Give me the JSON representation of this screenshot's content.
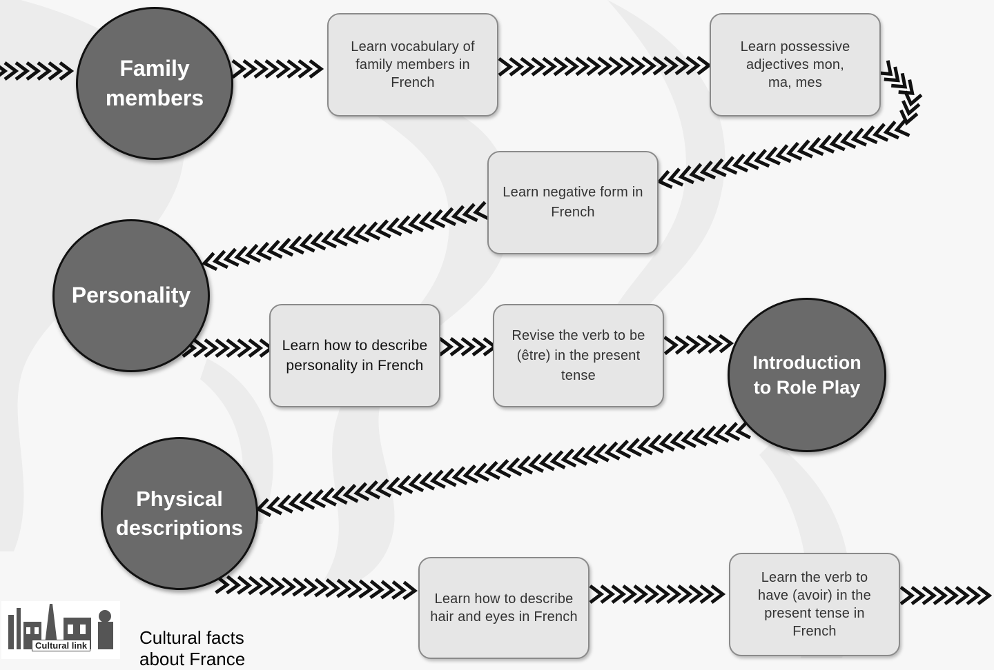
{
  "topics": {
    "family": "Family members",
    "personality": "Personality",
    "roleplay": "Introduction to Role Play",
    "physical": "Physical descriptions"
  },
  "steps": {
    "vocab": "Learn vocabulary of family members in French",
    "possessive": "Learn possessive adjectives mon, ma, mes",
    "negative": "Learn negative form in French",
    "describe_personality": "Learn how to describe personality in French",
    "etre": "Revise the verb to be (être) in the present tense",
    "hair_eyes": "Learn how to describe hair and eyes in French",
    "avoir": "Learn the verb to have (avoir) in the present tense in French"
  },
  "cultural": {
    "badge_label": "Cultural link",
    "text": "Cultural facts about France"
  },
  "colors": {
    "circle_fill": "#6a6a6a",
    "box_fill": "#e6e6e6",
    "chevron": "#111111"
  }
}
